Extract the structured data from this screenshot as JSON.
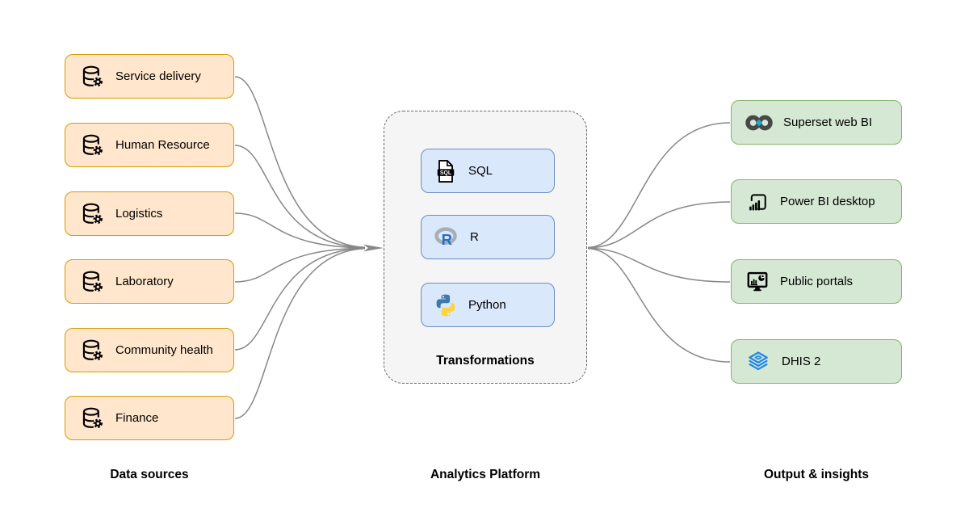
{
  "headings": {
    "sources": "Data sources",
    "platform": "Analytics Platform",
    "outputs": "Output & insights"
  },
  "sources": {
    "fill": "#FFE6CC",
    "border": "#D79B00",
    "items": [
      {
        "label": "Service delivery",
        "icon": "database-gear-icon"
      },
      {
        "label": "Human Resource",
        "icon": "database-gear-icon"
      },
      {
        "label": "Logistics",
        "icon": "database-gear-icon"
      },
      {
        "label": "Laboratory",
        "icon": "database-gear-icon"
      },
      {
        "label": "Community health",
        "icon": "database-gear-icon"
      },
      {
        "label": "Finance",
        "icon": "database-gear-icon"
      }
    ]
  },
  "platform": {
    "container_label": "Transformations",
    "fill": "#DAE8FC",
    "border": "#6C8EBF",
    "container_fill": "#F5F5F5",
    "container_border": "#666666",
    "items": [
      {
        "label": "SQL",
        "icon": "sql-file-icon"
      },
      {
        "label": "R",
        "icon": "r-logo-icon"
      },
      {
        "label": "Python",
        "icon": "python-logo-icon"
      }
    ]
  },
  "outputs": {
    "fill": "#D5E8D4",
    "border": "#82B366",
    "items": [
      {
        "label": "Superset web BI",
        "icon": "superset-logo-icon"
      },
      {
        "label": "Power BI desktop",
        "icon": "powerbi-logo-icon"
      },
      {
        "label": "Public portals",
        "icon": "public-portals-monitor-icon"
      },
      {
        "label": "DHIS 2",
        "icon": "dhis2-logo-icon"
      }
    ]
  },
  "connectors": {
    "color": "#878787",
    "arrowhead": "right-arrowhead"
  }
}
